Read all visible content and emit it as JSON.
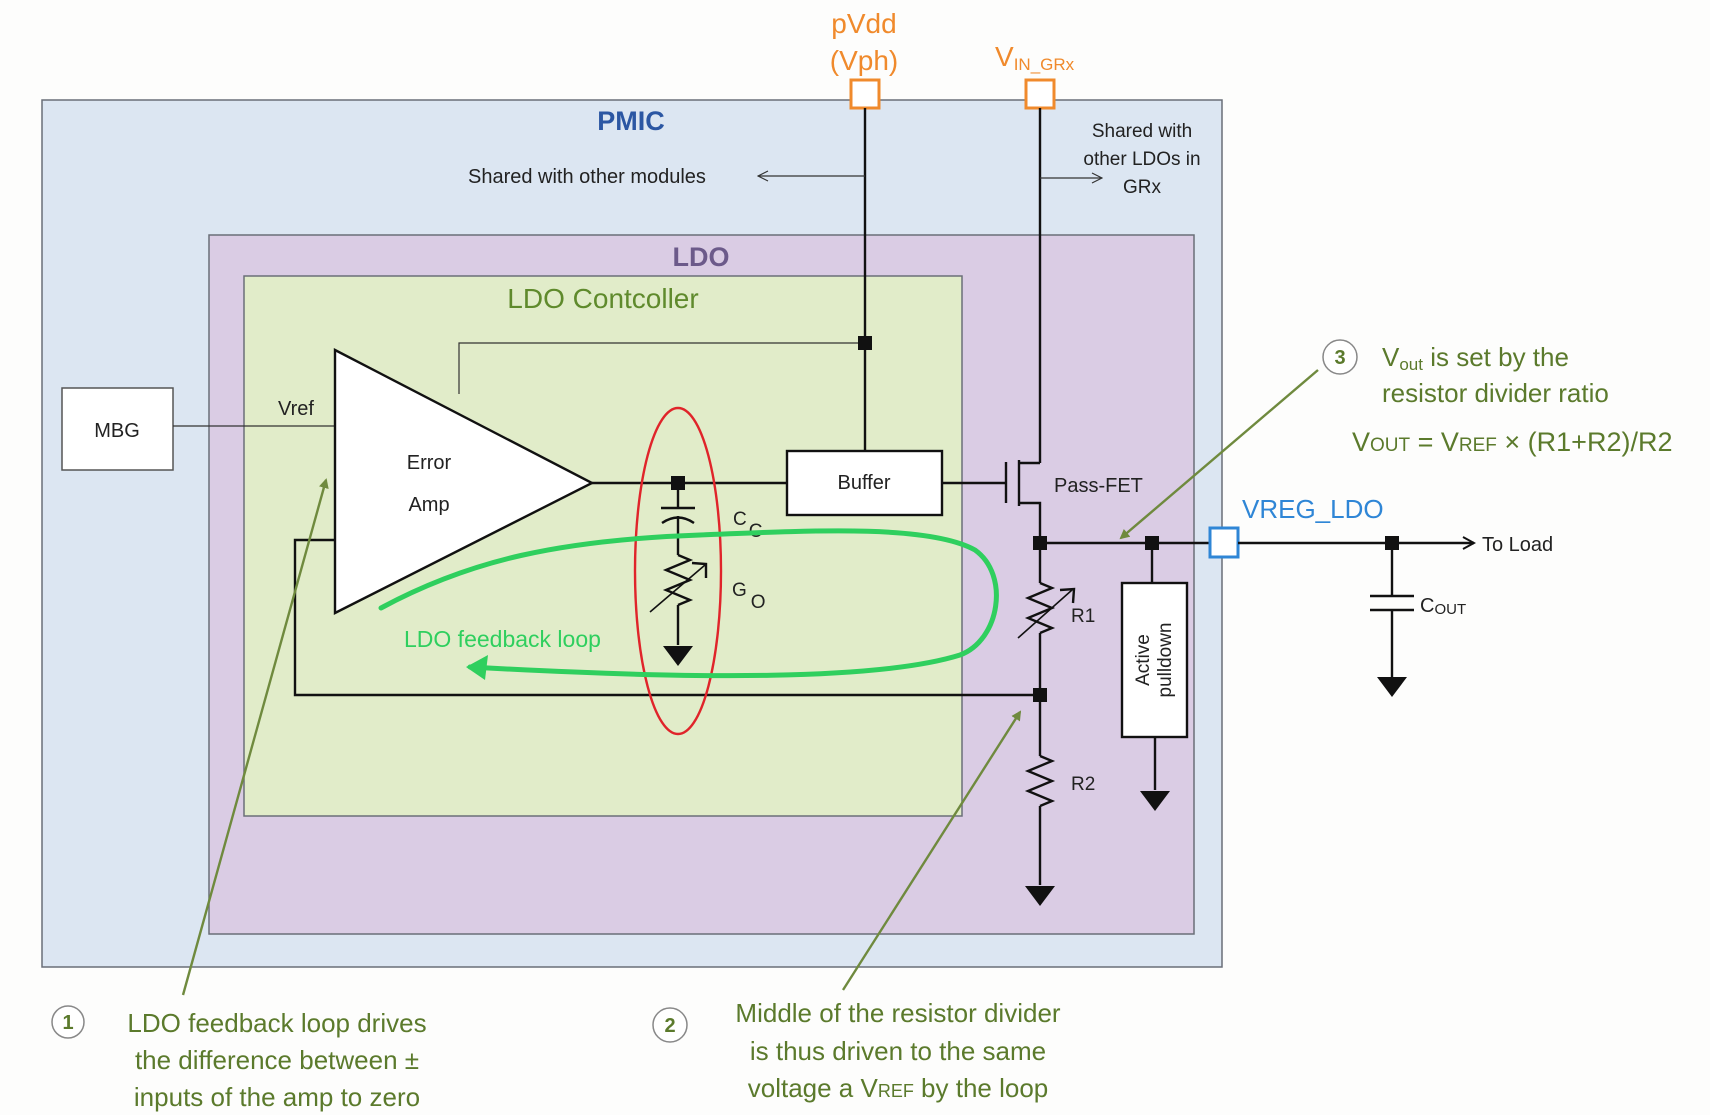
{
  "colors": {
    "pmic_fill": "#dce6f2",
    "ldo_fill": "#dacce4",
    "controller_fill": "#e1ecc9",
    "pad_orange": "#f08a2c",
    "pad_blue": "#2f86d6",
    "loop_green": "#2fcf5e",
    "highlight_red": "#e0242a",
    "note_green": "#5b7a2c"
  },
  "pins": {
    "pvdd_line1": "pVdd",
    "pvdd_line2": "(Vph)",
    "vin_main": "V",
    "vin_sub": "IN_GRx",
    "vreg": "VREG_LDO"
  },
  "blocks": {
    "pmic": "PMIC",
    "ldo": "LDO",
    "controller": "LDO Contcoller",
    "mbg": "MBG",
    "error_amp_line1": "Error",
    "error_amp_line2": "Amp",
    "buffer": "Buffer",
    "pass_fet": "Pass-FET",
    "active_pulldown_line1": "Active",
    "active_pulldown_line2": "pulldown"
  },
  "labels": {
    "shared_modules": "Shared with other modules",
    "shared_ldos_line1": "Shared with",
    "shared_ldos_line2": "other LDOs in",
    "shared_ldos_line3": "GRx",
    "vref": "Vref",
    "cc_main": "C",
    "cc_sub": "C",
    "go_main": "G",
    "go_sub": "O",
    "r1": "R1",
    "r2": "R2",
    "cout_main": "C",
    "cout_sub": "OUT",
    "to_load": "To Load",
    "feedback_loop": "LDO feedback loop"
  },
  "callouts": [
    {
      "number": "1",
      "lines": [
        "LDO feedback loop drives",
        "the difference between ±",
        "inputs of the amp to zero"
      ]
    },
    {
      "number": "2",
      "lines": [
        "Middle of the resistor divider",
        "is thus driven to the same"
      ],
      "line3_pre": "voltage a V",
      "line3_sub": "REF",
      "line3_post": " by the loop"
    },
    {
      "number": "3",
      "line1_main": "V",
      "line1_sub": "out",
      "line1_post": " is set by the",
      "line2": "resistor divider ratio",
      "formula": {
        "vout": "V",
        "vout_sub": "OUT",
        "eq": " = V",
        "vref_sub": "REF",
        "rest": " × (R1+R2)/R2"
      }
    }
  ]
}
